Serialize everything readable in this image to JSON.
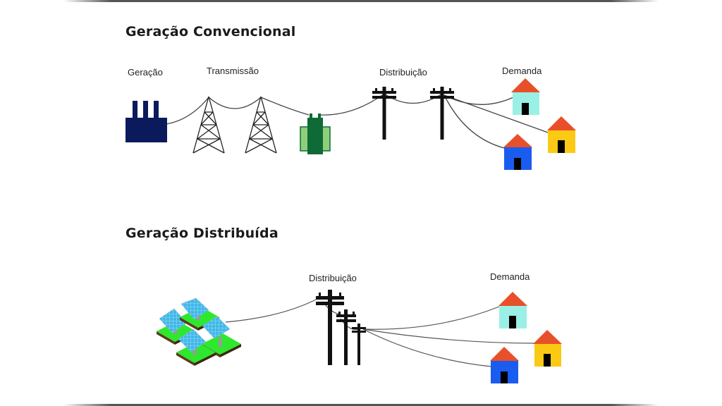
{
  "sections": {
    "conventional": {
      "title": "Geração Convencional",
      "labels": {
        "generation": "Geração",
        "transmission": "Transmissão",
        "distribution": "Distribuição",
        "demand": "Demanda"
      }
    },
    "distributed": {
      "title": "Geração Distribuída",
      "labels": {
        "distribution": "Distribuição",
        "demand": "Demanda"
      }
    }
  },
  "colors": {
    "factory": "#0a1a5c",
    "transformer_dark": "#0e6b35",
    "transformer_light": "#8fcf7c",
    "roof": "#e8502a",
    "house_cyan": "#9af0e4",
    "house_yellow": "#fcc914",
    "house_blue": "#1a5cf0",
    "door": "#000000",
    "solar_panel": "#3fb8e8",
    "grass": "#2ee82e",
    "wire": "#444444"
  },
  "icons": [
    "factory-icon",
    "transmission-tower-icon",
    "transformer-icon",
    "utility-pole-icon",
    "house-icon",
    "solar-panel-icon"
  ]
}
